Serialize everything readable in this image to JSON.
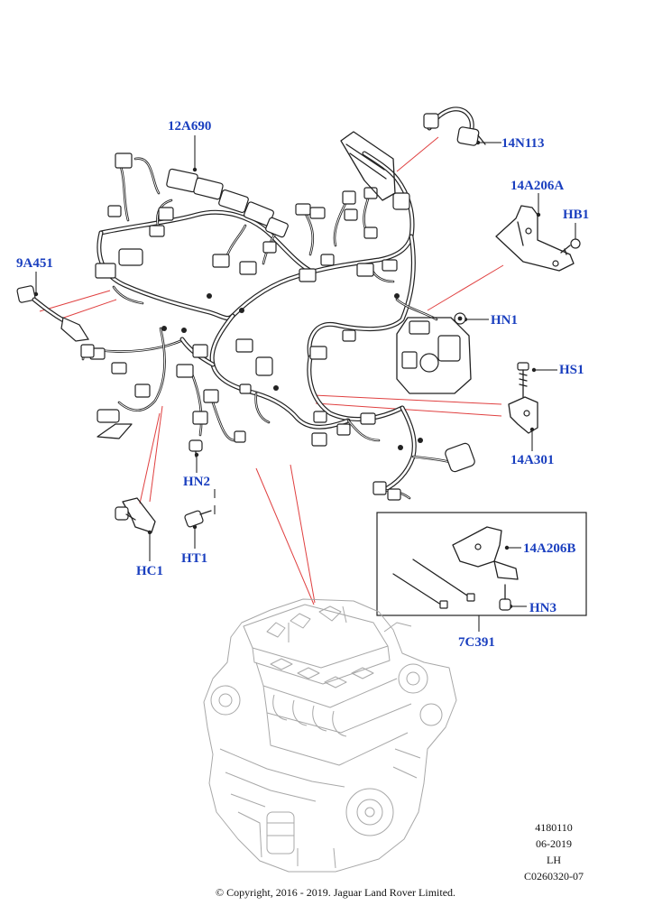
{
  "callouts": [
    {
      "id": "12A690",
      "label": "12A690"
    },
    {
      "id": "14N113",
      "label": "14N113"
    },
    {
      "id": "14A206A",
      "label": "14A206A"
    },
    {
      "id": "HB1",
      "label": "HB1"
    },
    {
      "id": "9A451",
      "label": "9A451"
    },
    {
      "id": "HN1",
      "label": "HN1"
    },
    {
      "id": "HS1",
      "label": "HS1"
    },
    {
      "id": "14A301",
      "label": "14A301"
    },
    {
      "id": "HN2",
      "label": "HN2"
    },
    {
      "id": "HC1",
      "label": "HC1"
    },
    {
      "id": "HT1",
      "label": "HT1"
    },
    {
      "id": "14A206B",
      "label": "14A206B"
    },
    {
      "id": "HN3",
      "label": "HN3"
    },
    {
      "id": "7C391",
      "label": "7C391"
    }
  ],
  "meta": {
    "drawing_number": "4180110",
    "date": "06-2019",
    "side": "LH",
    "reference": "C0260320-07"
  },
  "footer": {
    "copyright": "© Copyright, 2016 - 2019. Jaguar Land Rover Limited."
  },
  "colors": {
    "callout": "#1a3fbf",
    "leader_red": "#e04040",
    "line": "#222222",
    "engine_outline": "#a8a8a8"
  }
}
